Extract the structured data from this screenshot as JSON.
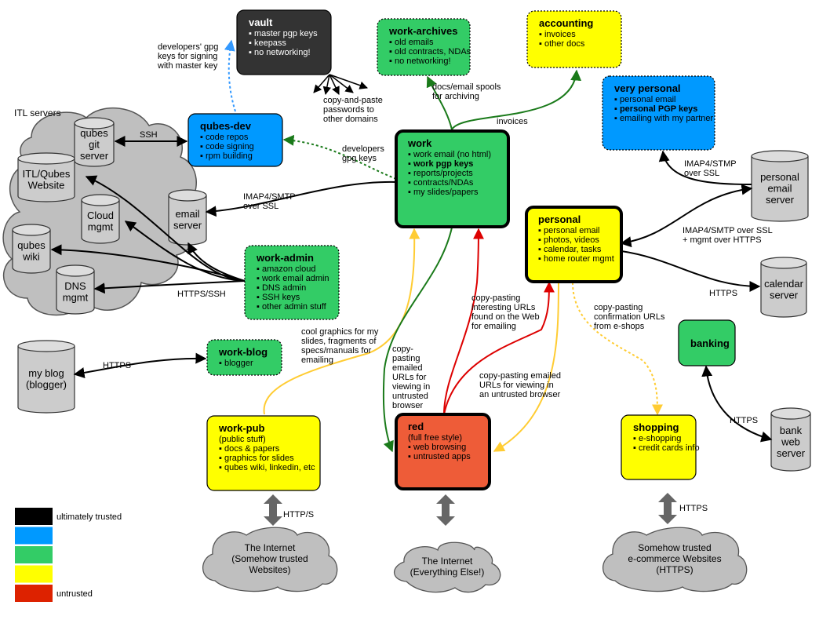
{
  "diagram": {
    "nodes": {
      "vault": {
        "title": "vault",
        "items": [
          "▪ master pgp keys",
          "▪ keepass",
          "▪ no networking!"
        ],
        "fill": "#333333"
      },
      "work_archives": {
        "title": "work-archives",
        "items": [
          "▪ old emails",
          "▪ old contracts, NDAs",
          "▪ no networking!"
        ],
        "fill": "#33cc66"
      },
      "accounting": {
        "title": "accounting",
        "items": [
          "▪ invoices",
          "▪ other docs"
        ],
        "fill": "#ffff00"
      },
      "very_personal": {
        "title": "very personal",
        "items": [
          "▪ personal email",
          "▪ personal PGP keys",
          "▪ emailing with my partner"
        ],
        "fill": "#0099ff"
      },
      "qubes_dev": {
        "title": "qubes-dev",
        "items": [
          "▪ code repos",
          "▪ code signing",
          "▪ rpm building"
        ],
        "fill": "#0099ff"
      },
      "work": {
        "title": "work",
        "items": [
          "▪ work email (no html)",
          "▪ work  pgp keys",
          "▪ reports/projects",
          "▪ contracts/NDAs",
          "▪ my slides/papers"
        ],
        "fill": "#33cc66"
      },
      "personal": {
        "title": "personal",
        "items": [
          "▪ personal email",
          "▪ photos, videos",
          "▪ calendar, tasks",
          "▪ home router mgmt"
        ],
        "fill": "#ffff00"
      },
      "work_admin": {
        "title": "work-admin",
        "items": [
          "▪ amazon cloud",
          "▪ work email admin",
          "▪ DNS admin",
          "▪ SSH keys",
          "▪ other admin stuff"
        ],
        "fill": "#33cc66"
      },
      "work_blog": {
        "title": "work-blog",
        "items": [
          "▪ blogger"
        ],
        "fill": "#33cc66"
      },
      "banking": {
        "title": "banking",
        "items": [],
        "fill": "#33cc66"
      },
      "work_pub": {
        "title": "work-pub",
        "subtitle": "(public stuff)",
        "items": [
          "▪ docs & papers",
          "▪ graphics for slides",
          "▪ qubes wiki, linkedin, etc"
        ],
        "fill": "#ffff00"
      },
      "red": {
        "title": "red",
        "subtitle": "(full free style)",
        "items": [
          "▪ web browsing",
          "▪ untrusted apps"
        ],
        "fill": "#ee5c38"
      },
      "shopping": {
        "title": "shopping",
        "items": [
          "▪ e-shopping",
          "▪ credit cards info"
        ],
        "fill": "#ffff00"
      }
    },
    "servers": {
      "itl_label": "ITL servers",
      "qubes_git": [
        "qubes",
        "git",
        "server"
      ],
      "itl_website": [
        "ITL/Qubes",
        "Website"
      ],
      "cloud_mgmt": [
        "Cloud",
        "mgmt"
      ],
      "qubes_wiki": [
        "qubes",
        "wiki"
      ],
      "dns_mgmt": [
        "DNS",
        "mgmt"
      ],
      "email_server": [
        "email",
        "server"
      ],
      "my_blog": [
        "my blog",
        "(blogger)"
      ],
      "personal_email": [
        "personal",
        "email",
        "server"
      ],
      "calendar": [
        "calendar",
        "server"
      ],
      "bank_web": [
        "bank",
        "web",
        "server"
      ]
    },
    "clouds": {
      "internet_trusted": [
        "The Internet",
        "(Somehow trusted",
        "Websites)"
      ],
      "internet_else": [
        "The Internet",
        "(Everything Else!)"
      ],
      "ecommerce": [
        "Somehow trusted",
        "e-commerce Websites",
        "(HTTPS)"
      ]
    },
    "labels": {
      "dev_gpg": [
        "developers' gpg",
        "keys for signing",
        "with master key"
      ],
      "copy_paste_pw": [
        "copy-and-paste",
        "passwords to",
        "other domains"
      ],
      "docs_spools": [
        "docs/email spools",
        "for archiving"
      ],
      "invoices": "invoices",
      "ssh": "SSH",
      "developers_gpg": [
        "developers",
        "gpg keys"
      ],
      "imap_work": [
        "IMAP4/SMTP",
        "over SSL"
      ],
      "https_ssh": "HTTPS/SSH",
      "imap_personal1": [
        "IMAP4/STMP",
        "over SSL"
      ],
      "imap_personal2": [
        "IMAP4/SMTP over SSL",
        "+ mgmt over HTTPS"
      ],
      "https_calendar": "HTTPS",
      "https_blog": "HTTPS",
      "cool_graphics": [
        "cool graphics for my",
        "slides, fragments of",
        "specs/manuals for",
        "emailing"
      ],
      "copy_pasting_emailed": [
        "copy-",
        "pasting",
        "emailed",
        "URLs for",
        "viewing in",
        "untrusted",
        "browser"
      ],
      "copy_pasting_interesting": [
        "copy-pasting",
        "interesting URLs",
        "found on the Web",
        "for emailing"
      ],
      "copy_pasting_confirm": [
        "copy-pasting",
        "confirmation URLs",
        "from  e-shops"
      ],
      "copy_pasting_emailed2": [
        "copy-pasting emailed",
        "URLs for viewing in",
        "an untrusted browser"
      ],
      "https_bank": "HTTPS",
      "http_s": "HTTP/S",
      "https_shop": "HTTPS"
    },
    "legend": [
      {
        "color": "#000000",
        "label": "ultimately trusted"
      },
      {
        "color": "#0099ff",
        "label": ""
      },
      {
        "color": "#33cc66",
        "label": ""
      },
      {
        "color": "#ffff00",
        "label": ""
      },
      {
        "color": "#dd2200",
        "label": "untrusted"
      }
    ]
  }
}
